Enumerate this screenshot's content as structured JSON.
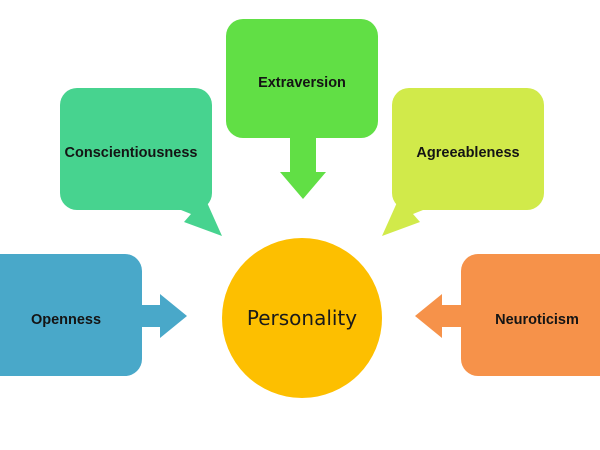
{
  "diagram": {
    "center": {
      "label": "Personality",
      "color": "#fdbf00"
    },
    "traits": [
      {
        "label": "Extraversion",
        "color": "#61df45"
      },
      {
        "label": "Conscientiousness",
        "color": "#47d38f"
      },
      {
        "label": "Agreeableness",
        "color": "#d1ea4a"
      },
      {
        "label": "Openness",
        "color": "#49a8c9"
      },
      {
        "label": "Neuroticism",
        "color": "#f6924a"
      }
    ]
  }
}
